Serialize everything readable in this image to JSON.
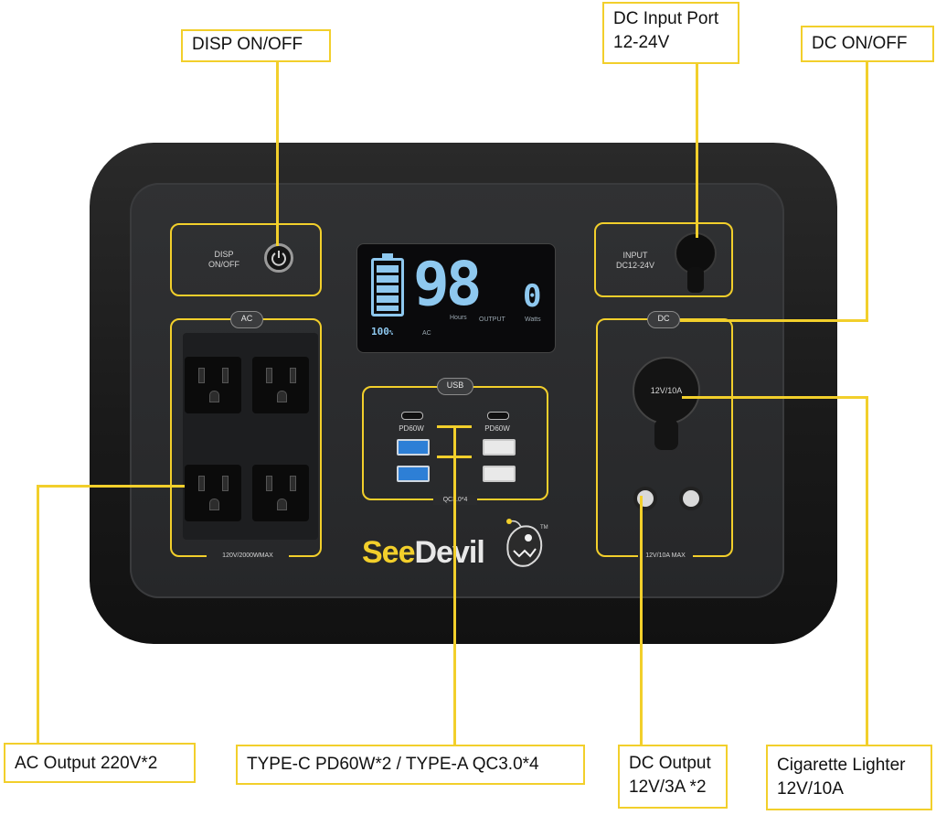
{
  "callouts": {
    "disp_on_off": "DISP ON/OFF",
    "dc_input_line1": "DC Input Port",
    "dc_input_line2": "12-24V",
    "dc_on_off": "DC ON/OFF",
    "ac_output": "AC Output 220V*2",
    "usb_output": "TYPE-C PD60W*2 / TYPE-A  QC3.0*4",
    "dc_output_line1": "DC Output",
    "dc_output_line2": "12V/3A *2",
    "cig_line1": "Cigarette Lighter",
    "cig_line2": "12V/10A"
  },
  "device": {
    "disp_label_1": "DISP",
    "disp_label_2": "ON/OFF",
    "ac_pill": "AC",
    "ac_max": "120V/2000WMAX",
    "input_label_1": "INPUT",
    "input_label_2": "DC12-24V",
    "dc_pill": "DC",
    "cig_label": "12V/10A",
    "dc_max": "12V/10A MAX",
    "usb_pill": "USB",
    "pd_left": "PD60W",
    "pd_right": "PD60W",
    "qc_label": "QC3.0*4",
    "brand_see": "See",
    "brand_devil": "Devil",
    "trademark": "TM"
  },
  "screen": {
    "hours_value": "98",
    "hours_label": "Hours",
    "output_label": "OUTPUT",
    "watts_value": "0",
    "watts_label": "Watts",
    "battery_percent": "100",
    "mode": "AC"
  },
  "colors": {
    "accent": "#f2cf2b",
    "device_body": "#1a1a1a",
    "screen_digits": "#8ec8ef"
  }
}
